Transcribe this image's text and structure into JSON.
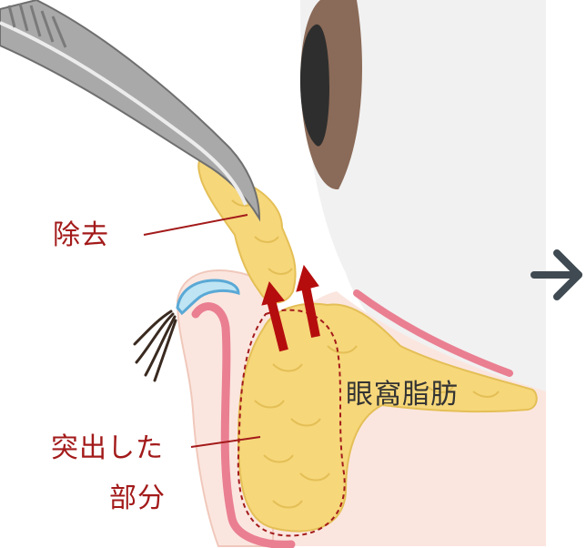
{
  "labels": {
    "removal": "除去",
    "orbital_fat": "眼窩脂肪",
    "protruded_line1": "突出した",
    "protruded_line2": "部分"
  },
  "icons": {
    "tool": "tweezers-icon",
    "direction": "arrow-right-icon",
    "motion": "up-arrow-icon"
  },
  "colors": {
    "label_red": "#a31a1a",
    "label_dark": "#333333",
    "fat": "#f6d77a",
    "fat_outline": "#e4bf56",
    "skin": "#fbe6df",
    "eyelid_line": "#ea7f92",
    "arrow_red": "#b50d0d",
    "eyeball": "#f1f1f1",
    "iris": "#8a6a58"
  }
}
